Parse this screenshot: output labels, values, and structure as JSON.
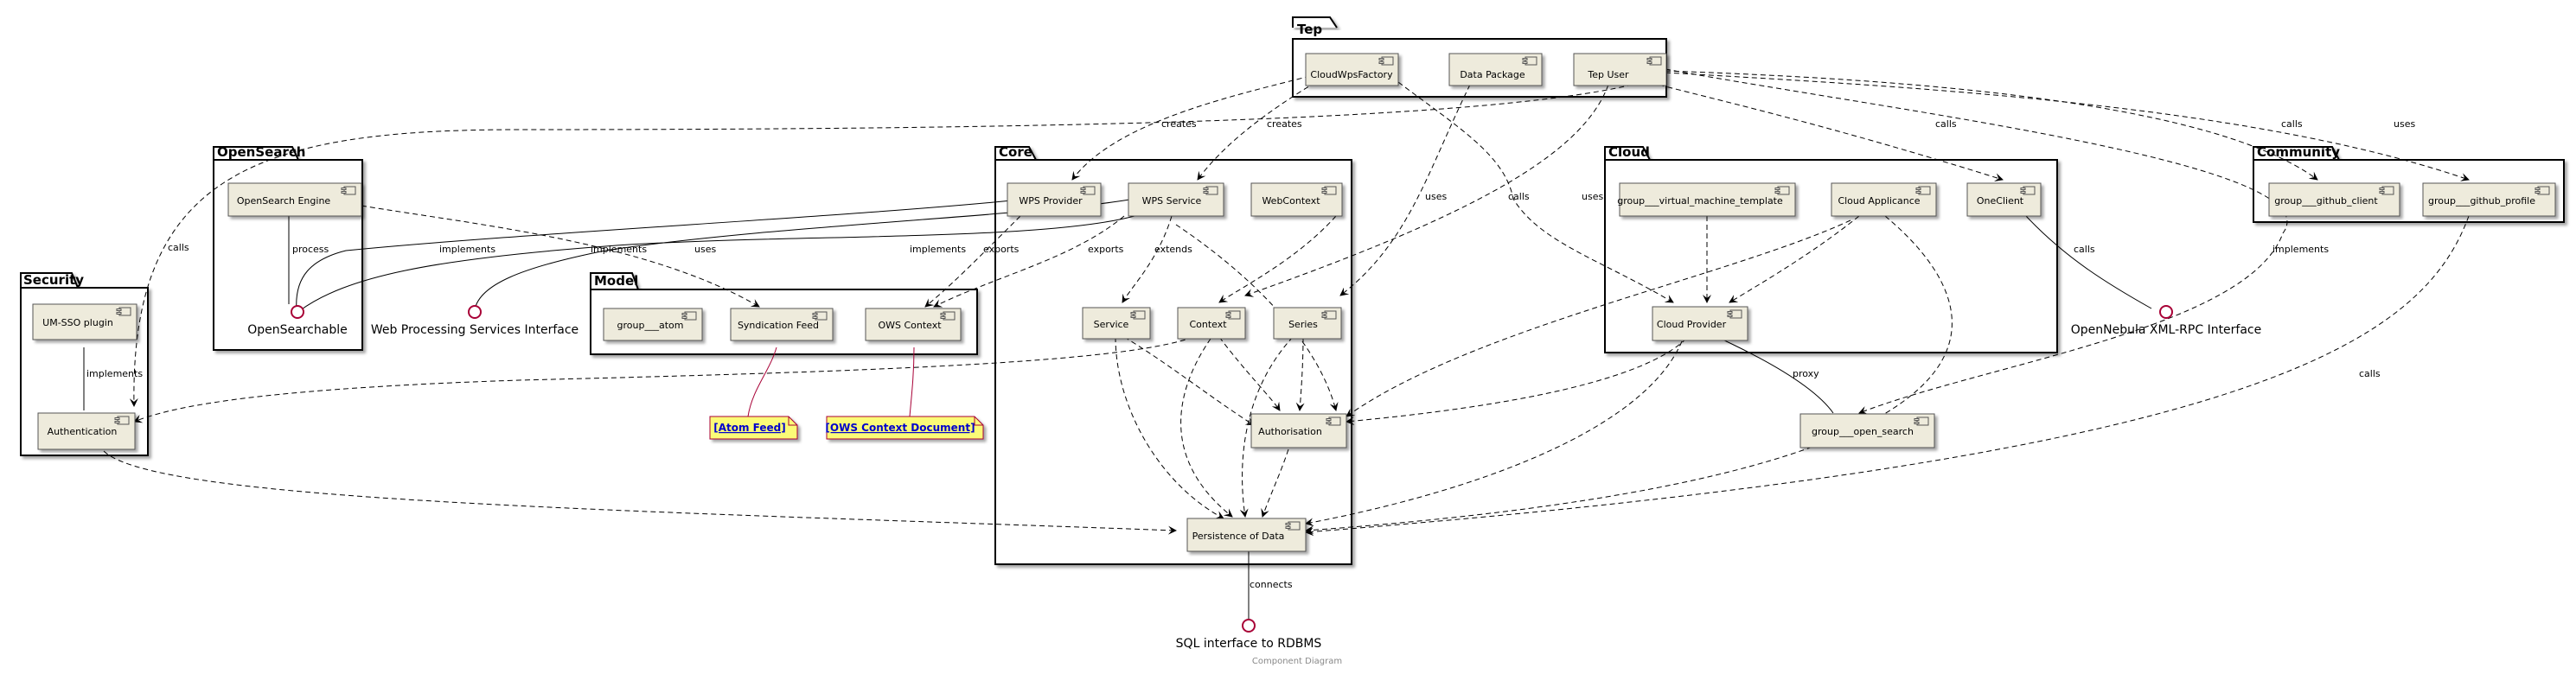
{
  "colors": {
    "component_fill": "#eeebdc",
    "component_stroke": "#555555",
    "package_fill": "#ffffff",
    "package_stroke": "#000000",
    "interface_stroke": "#a80036",
    "note_fill": "#fbfb77",
    "note_link_line": "#a80036"
  },
  "caption": "Component Diagram",
  "packages": {
    "tep": "Tep",
    "opensearch": "OpenSearch",
    "core": "Core",
    "cloud": "Cloud",
    "community": "Community",
    "security": "Security",
    "model": "Model"
  },
  "components": {
    "cloudwpsfactory": "CloudWpsFactory",
    "data_package": "Data Package",
    "tep_user": "Tep User",
    "opensearch_engine": "OpenSearch Engine",
    "wps_provider": "WPS Provider",
    "wps_service": "WPS Service",
    "webcontext": "WebContext",
    "service": "Service",
    "context": "Context",
    "series": "Series",
    "authorisation": "Authorisation",
    "persistence": "Persistence of Data",
    "vm_template": "group___virtual_machine_template",
    "cloud_appliance": "Cloud Applicance",
    "oneclient": "OneClient",
    "cloud_provider": "Cloud Provider",
    "open_search": "group___open_search",
    "github_client": "group___github_client",
    "github_profile": "group___github_profile",
    "um_sso": "UM-SSO plugin",
    "authentication": "Authentication",
    "atom": "group___atom",
    "syndication_feed": "Syndication Feed",
    "ows_context": "OWS Context"
  },
  "interfaces": {
    "opensearchable": "OpenSearchable",
    "wps_interface": "Web Processing Services Interface",
    "opennebula": "OpenNebula XML-RPC Interface",
    "sql": "SQL interface to RDBMS"
  },
  "notes": {
    "atom_feed": "[Atom Feed]",
    "ows_context_document": "[OWS Context Document]"
  },
  "edge_labels": {
    "creates_1": "creates",
    "creates_2": "creates",
    "uses_1": "uses",
    "calls_1": "calls",
    "uses_2": "uses",
    "calls_2": "calls",
    "calls_3": "calls",
    "uses_3": "uses",
    "calls_4": "calls",
    "process": "process",
    "implements_1": "implements",
    "implements_2": "implements",
    "uses_4": "uses",
    "implements_3": "implements",
    "exports_1": "exports",
    "exports_2": "exports",
    "extends": "extends",
    "calls_5": "calls",
    "implements_4": "implements",
    "proxy": "proxy",
    "implements_5": "implements",
    "connects": "connects",
    "calls_6": "calls"
  }
}
